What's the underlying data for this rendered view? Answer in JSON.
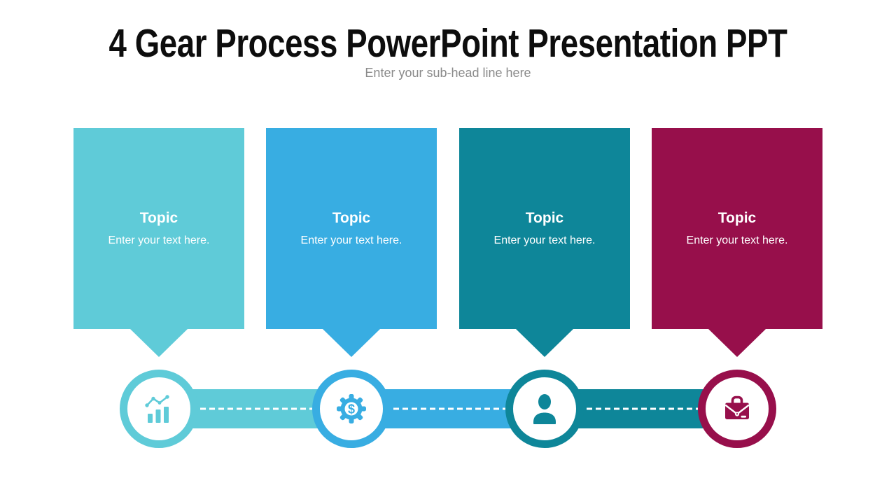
{
  "slide": {
    "title": "4 Gear Process PowerPoint Presentation PPT",
    "subtitle": "Enter your sub-head line here"
  },
  "colors": {
    "step_1_teal": "#5FCBD8",
    "step_2_blue": "#38ADE2",
    "step_3_dark_teal": "#0E8699",
    "step_4_maroon": "#970F4B",
    "title_text": "#0d0d0d",
    "subtitle_text": "#8A8A8A",
    "card_text": "#FFFFFF",
    "connector_dash": "#FFFFFF"
  },
  "steps": [
    {
      "title": "Topic",
      "description": "Enter your text here.",
      "color": "#5FCBD8",
      "icon": "trend-bar-chart-icon"
    },
    {
      "title": "Topic",
      "description": "Enter your text here.",
      "color": "#38ADE2",
      "icon": "dollar-gear-icon"
    },
    {
      "title": "Topic",
      "description": "Enter your text here.",
      "color": "#0E8699",
      "icon": "person-icon"
    },
    {
      "title": "Topic",
      "description": "Enter your text here.",
      "color": "#970F4B",
      "icon": "briefcase-icon"
    }
  ],
  "connectors": [
    {
      "style": "white-dashed-line",
      "color": "#5FCBD8"
    },
    {
      "style": "white-dashed-line",
      "color": "#38ADE2"
    },
    {
      "style": "white-dashed-line",
      "color": "#0E8699"
    }
  ]
}
